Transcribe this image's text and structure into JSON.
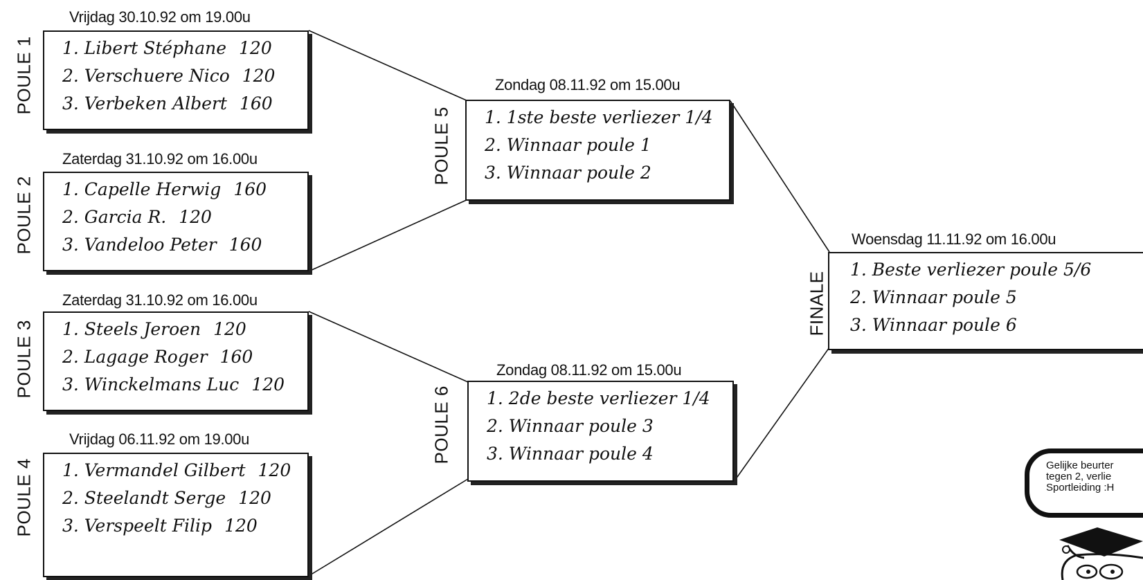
{
  "poules": [
    {
      "label": "POULE 1",
      "date": "Vrijdag 30.10.92 om 19.00u",
      "entries": [
        {
          "text": "1. Libert Stéphane",
          "value": "120"
        },
        {
          "text": "2. Verschuere Nico",
          "value": "120"
        },
        {
          "text": "3. Verbeken Albert",
          "value": "160"
        }
      ]
    },
    {
      "label": "POULE 2",
      "date": "Zaterdag 31.10.92 om 16.00u",
      "entries": [
        {
          "text": "1. Capelle Herwig",
          "value": "160"
        },
        {
          "text": "2. Garcia R.",
          "value": "120"
        },
        {
          "text": "3. Vandeloo Peter",
          "value": "160"
        }
      ]
    },
    {
      "label": "POULE 3",
      "date": "Zaterdag 31.10.92 om 16.00u",
      "entries": [
        {
          "text": "1. Steels Jeroen",
          "value": "120"
        },
        {
          "text": "2. Lagage Roger",
          "value": "160"
        },
        {
          "text": "3. Winckelmans Luc",
          "value": "120"
        }
      ]
    },
    {
      "label": "POULE 4",
      "date": "Vrijdag 06.11.92 om 19.00u",
      "entries": [
        {
          "text": "1. Vermandel Gilbert",
          "value": "120"
        },
        {
          "text": "2. Steelandt Serge",
          "value": "120"
        },
        {
          "text": "3. Verspeelt Filip",
          "value": "120"
        }
      ]
    },
    {
      "label": "POULE 5",
      "date": "Zondag 08.11.92 om 15.00u",
      "entries": [
        {
          "text": "1. 1ste beste verliezer 1/4",
          "value": ""
        },
        {
          "text": "2. Winnaar poule 1",
          "value": ""
        },
        {
          "text": "3. Winnaar poule 2",
          "value": ""
        }
      ]
    },
    {
      "label": "POULE 6",
      "date": "Zondag 08.11.92 om 15.00u",
      "entries": [
        {
          "text": "1. 2de beste verliezer 1/4",
          "value": ""
        },
        {
          "text": "2. Winnaar poule 3",
          "value": ""
        },
        {
          "text": "3. Winnaar poule 4",
          "value": ""
        }
      ]
    },
    {
      "label": "FINALE",
      "date": "Woensdag 11.11.92 om 16.00u",
      "entries": [
        {
          "text": "1. Beste verliezer poule 5/6",
          "value": ""
        },
        {
          "text": "2. Winnaar poule 5",
          "value": ""
        },
        {
          "text": "3. Winnaar poule 6",
          "value": ""
        }
      ]
    }
  ],
  "note": {
    "lines": [
      "Gelijke beurter",
      "tegen 2, verlie",
      "Sportleiding :H"
    ]
  }
}
